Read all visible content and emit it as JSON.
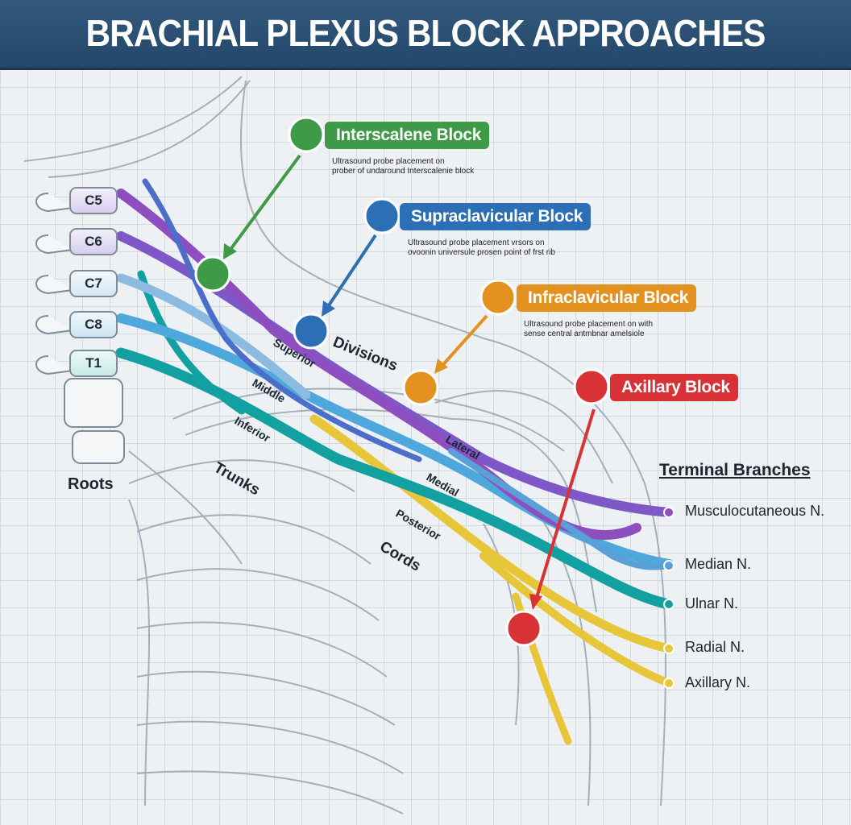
{
  "title": "BRACHIAL PLEXUS BLOCK APPROACHES",
  "colors": {
    "interscalene": "#3e9a46",
    "supraclavicular": "#2d6fb4",
    "infraclavicular": "#e3921f",
    "axillary": "#d93236",
    "c5": "#8d4fbf",
    "c6": "#7f58c7",
    "c7": "#8bbbe0",
    "c8": "#4fa8dc",
    "t1": "#13a0a0",
    "posterior": "#e8c63a"
  },
  "roots": [
    "C5",
    "C6",
    "C7",
    "C8",
    "T1"
  ],
  "blocks": [
    {
      "key": "interscalene",
      "label": "Interscalene Block",
      "description": [
        "Ultrasound probe placement on",
        "prober of undaround Interscalenie block"
      ]
    },
    {
      "key": "supraclavicular",
      "label": "Supraclavicular Block",
      "description": [
        "Ultrasound probe placement vrsors on",
        "ovoonin universule prosen point of frst rib"
      ]
    },
    {
      "key": "infraclavicular",
      "label": "Infraclavicular Block",
      "description": [
        "Ultrasound probe placement on with",
        "sense central antmbnar amelsiole"
      ]
    },
    {
      "key": "axillary",
      "label": "Axillary Block",
      "description": []
    }
  ],
  "section_labels": {
    "roots": "Roots",
    "trunks": "Trunks",
    "divisions": "Divisions",
    "cords": "Cords",
    "terminal": "Terminal Branches"
  },
  "trunks": [
    "Superior",
    "Middle",
    "Inferior"
  ],
  "cords": [
    "Lateral",
    "Medial",
    "Posterior"
  ],
  "terminal_branches": [
    "Musculocutaneous N.",
    "Median N.",
    "Ulnar N.",
    "Radial N.",
    "Axillary N."
  ]
}
